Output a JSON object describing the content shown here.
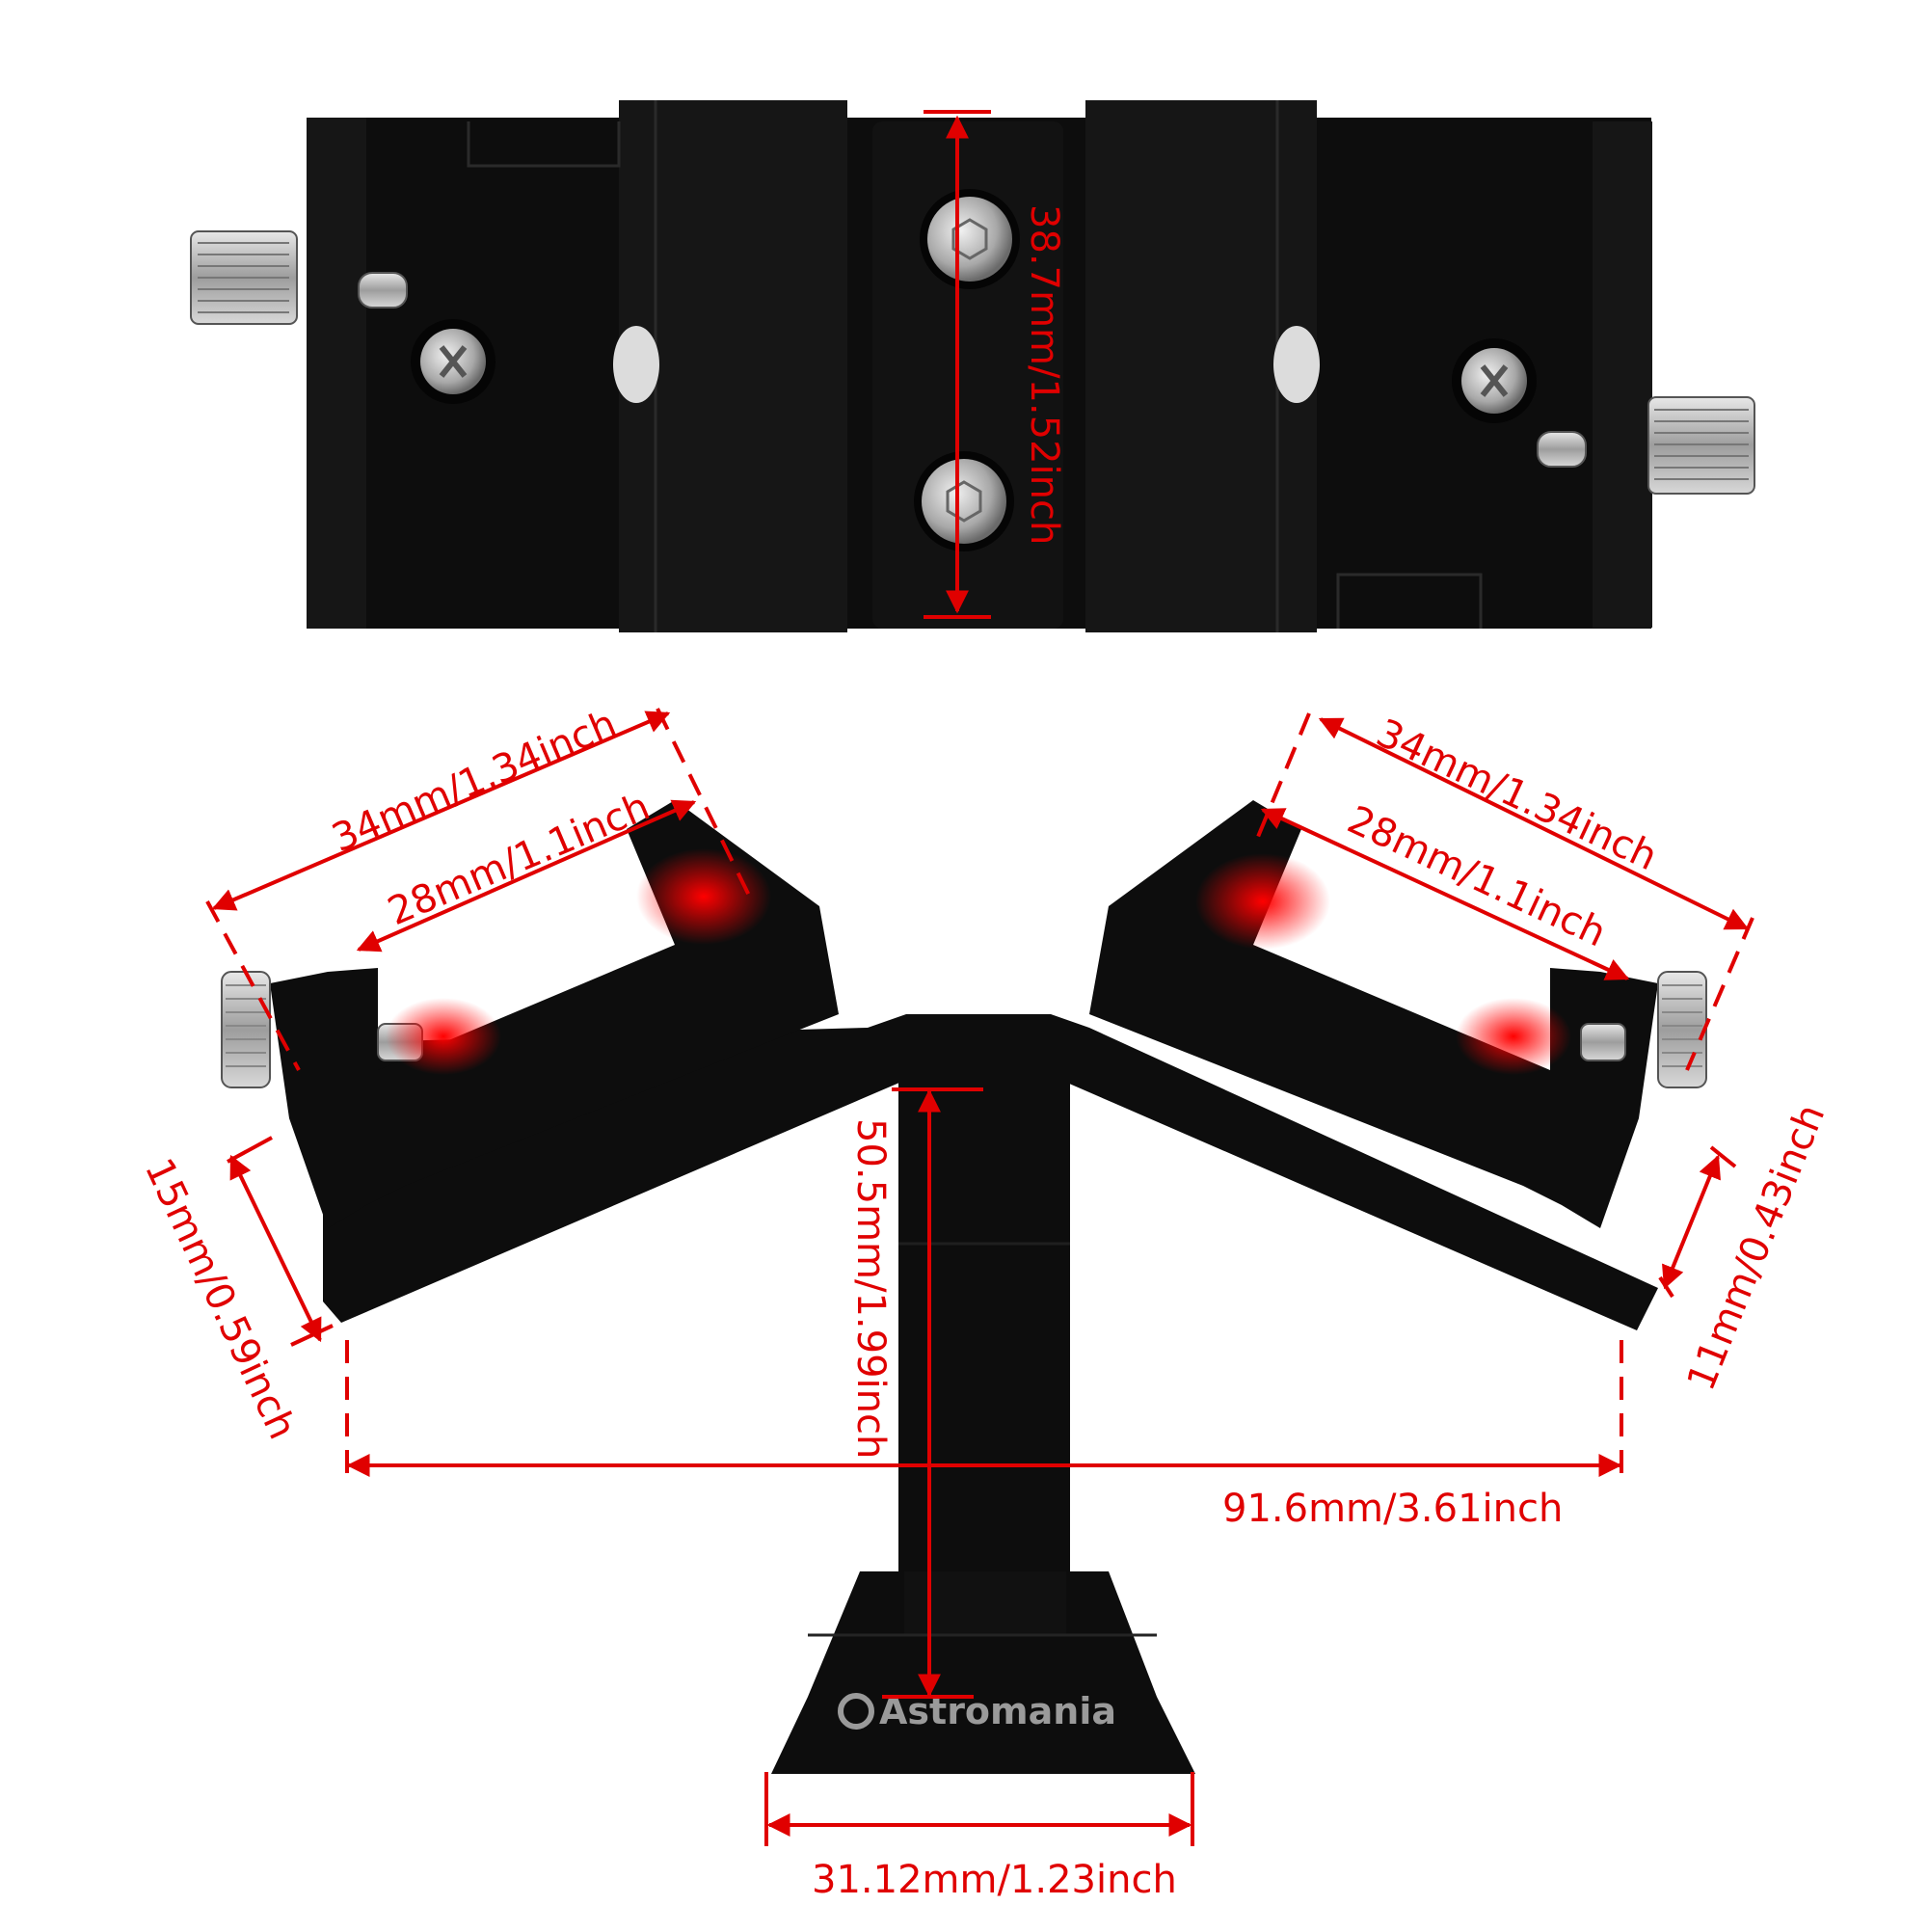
{
  "image": {
    "subject": "Telescope finder scope bracket / dovetail mount",
    "brand": "Astromania",
    "accent_color": "#e00000",
    "body_color": "#0d0d0d"
  },
  "top_view": {
    "height_dimension": "38.7mm/1.52inch"
  },
  "bottom_view": {
    "left_clamp": {
      "outer_width": "34mm/1.34inch",
      "inner_width": "28mm/1.1inch",
      "depth": "15mm/0.59inch"
    },
    "right_clamp": {
      "outer_width": "34mm/1.34inch",
      "inner_width": "28mm/1.1inch",
      "depth": "11mm/0.43inch"
    },
    "post_height": "50.5mm/1.99inch",
    "overall_span": "91.6mm/3.61inch",
    "base_width": "31.12mm/1.23inch",
    "base_logo": "Astromania"
  }
}
